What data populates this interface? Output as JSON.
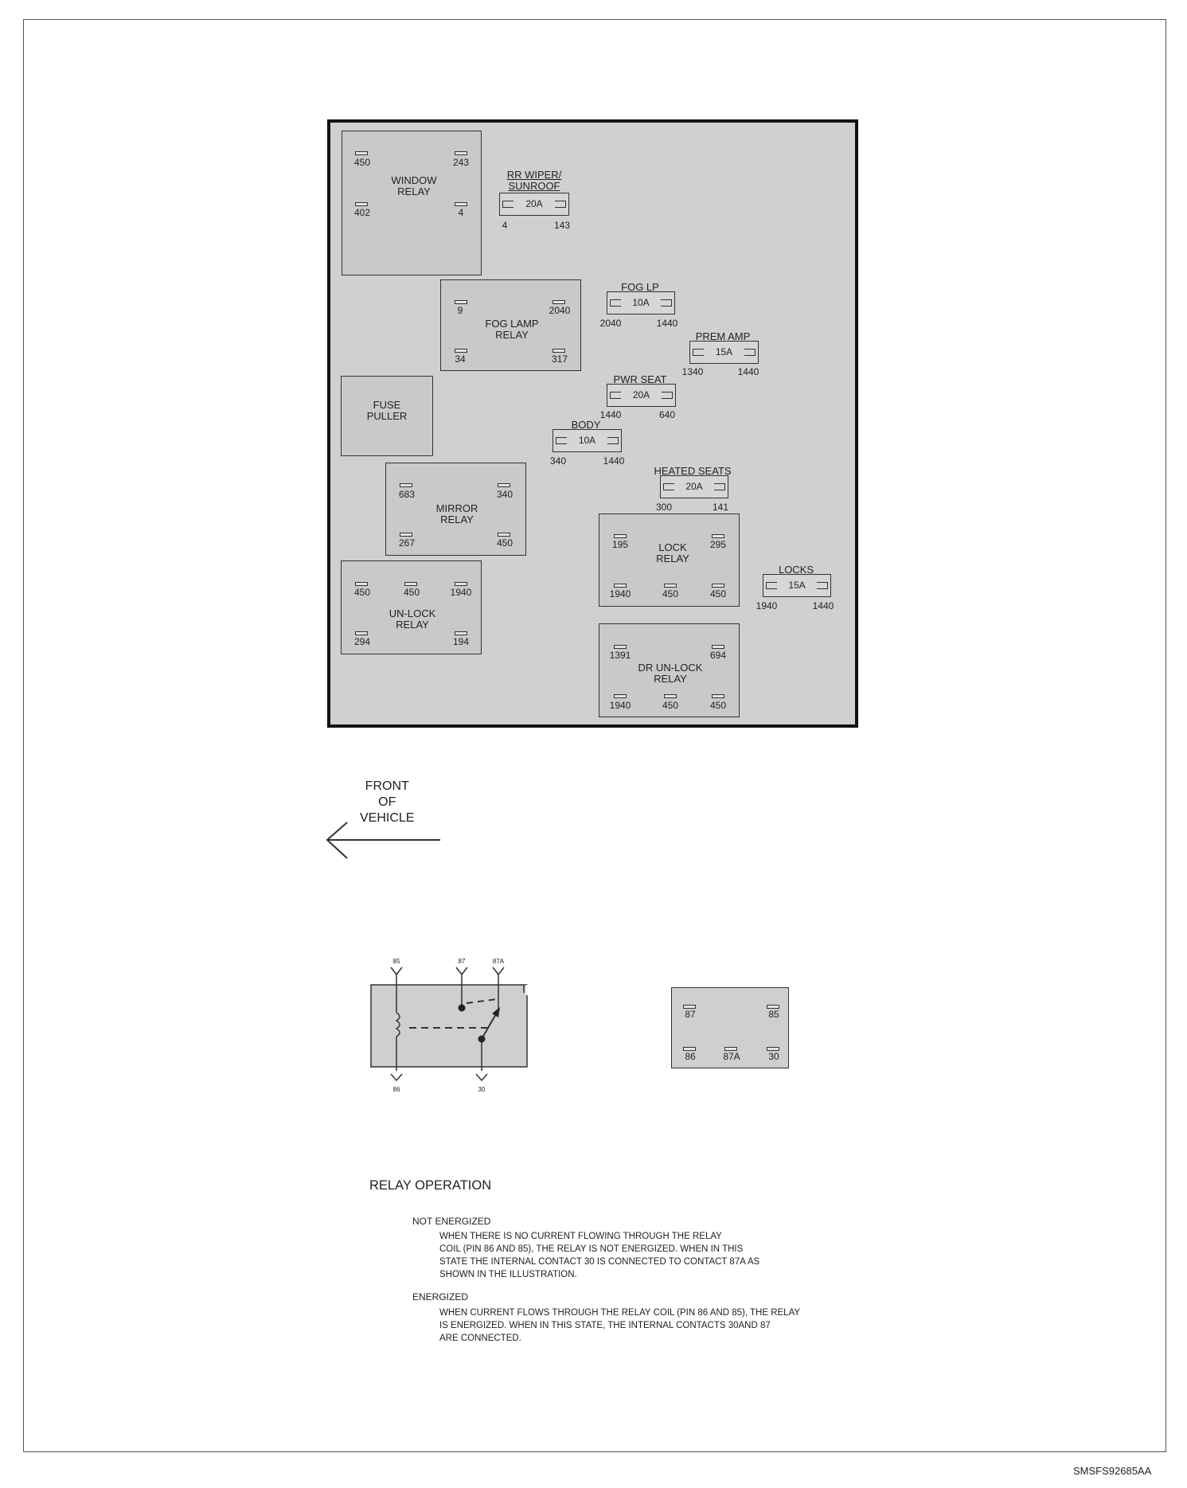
{
  "components": {
    "window_relay": {
      "label": "WINDOW\nRELAY",
      "pins": [
        "450",
        "243",
        "402",
        "4"
      ]
    },
    "rr_wiper_fuse": {
      "name": "RR WIPER/\nSUNROOF",
      "rating": "20A",
      "pins": [
        "4",
        "143"
      ]
    },
    "fog_lamp_relay": {
      "label": "FOG LAMP\nRELAY",
      "pins": [
        "9",
        "2040",
        "34",
        "317"
      ]
    },
    "fog_lp_fuse": {
      "name": "FOG LP",
      "rating": "10A",
      "pins": [
        "2040",
        "1440"
      ]
    },
    "prem_amp_fuse": {
      "name": "PREM AMP",
      "rating": "15A",
      "pins": [
        "1340",
        "1440"
      ]
    },
    "pwr_seat_fuse": {
      "name": "PWR SEAT",
      "rating": "20A",
      "pins": [
        "1440",
        "640"
      ]
    },
    "fuse_puller": {
      "label": "FUSE\nPULLER"
    },
    "body_fuse": {
      "name": "BODY",
      "rating": "10A",
      "pins": [
        "340",
        "1440"
      ]
    },
    "heated_seats_fuse": {
      "name": "HEATED SEATS",
      "rating": "20A",
      "pins": [
        "300",
        "141"
      ]
    },
    "mirror_relay": {
      "label": "MIRROR\nRELAY",
      "pins": [
        "683",
        "340",
        "267",
        "450"
      ]
    },
    "lock_relay": {
      "label": "LOCK\nRELAY",
      "pins": [
        "195",
        "295",
        "1940",
        "450",
        "450"
      ]
    },
    "locks_fuse": {
      "name": "LOCKS",
      "rating": "15A",
      "pins": [
        "1940",
        "1440"
      ]
    },
    "unlock_relay": {
      "label": "UN-LOCK\nRELAY",
      "pins": [
        "450",
        "450",
        "1940",
        "294",
        "194"
      ]
    },
    "dr_unlock_relay": {
      "label": "DR UN-LOCK\nRELAY",
      "pins": [
        "1391",
        "694",
        "1940",
        "450",
        "450"
      ]
    }
  },
  "front_of_vehicle": "FRONT\nOF\nVEHICLE",
  "schematic": {
    "pins": [
      "85",
      "87",
      "87A",
      "86",
      "30"
    ]
  },
  "relay_pinout": {
    "pins": [
      "87",
      "85",
      "86",
      "87A",
      "30"
    ]
  },
  "relay_operation": {
    "title": "RELAY OPERATION",
    "not_energized": {
      "title": "NOT ENERGIZED",
      "lines": [
        "WHEN THERE IS NO CURRENT FLOWING THROUGH THE RELAY",
        "COIL (PIN 86 AND 85), THE RELAY IS NOT ENERGIZED.  WHEN IN THIS",
        "STATE THE INTERNAL CONTACT 30 IS CONNECTED TO CONTACT 87A AS",
        "SHOWN IN THE ILLUSTRATION."
      ]
    },
    "energized": {
      "title": "ENERGIZED",
      "lines": [
        "WHEN CURRENT FLOWS THROUGH THE RELAY COIL (PIN 86 AND 85), THE RELAY",
        "IS ENERGIZED.  WHEN IN THIS STATE, THE INTERNAL CONTACTS 30AND 87",
        "ARE CONNECTED."
      ]
    }
  },
  "figure_id": "SMSFS92685AA"
}
